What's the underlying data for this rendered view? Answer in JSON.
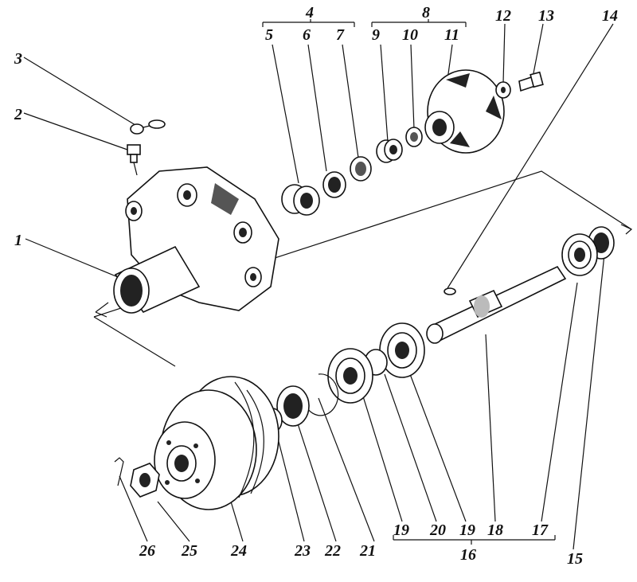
{
  "diagram": {
    "callouts": [
      {
        "id": "label-1",
        "text": "1"
      },
      {
        "id": "label-2",
        "text": "2"
      },
      {
        "id": "label-3",
        "text": "3"
      },
      {
        "id": "label-4",
        "text": "4"
      },
      {
        "id": "label-5",
        "text": "5"
      },
      {
        "id": "label-6",
        "text": "6"
      },
      {
        "id": "label-7",
        "text": "7"
      },
      {
        "id": "label-8",
        "text": "8"
      },
      {
        "id": "label-9",
        "text": "9"
      },
      {
        "id": "label-10",
        "text": "10"
      },
      {
        "id": "label-11",
        "text": "11"
      },
      {
        "id": "label-12",
        "text": "12"
      },
      {
        "id": "label-13",
        "text": "13"
      },
      {
        "id": "label-14",
        "text": "14"
      },
      {
        "id": "label-15",
        "text": "15"
      },
      {
        "id": "label-16",
        "text": "16"
      },
      {
        "id": "label-17",
        "text": "17"
      },
      {
        "id": "label-18",
        "text": "18"
      },
      {
        "id": "label-19a",
        "text": "19"
      },
      {
        "id": "label-20",
        "text": "20"
      },
      {
        "id": "label-19b",
        "text": "19"
      },
      {
        "id": "label-21",
        "text": "21"
      },
      {
        "id": "label-22",
        "text": "22"
      },
      {
        "id": "label-23",
        "text": "23"
      },
      {
        "id": "label-24",
        "text": "24"
      },
      {
        "id": "label-25",
        "text": "25"
      },
      {
        "id": "label-26",
        "text": "26"
      }
    ]
  }
}
